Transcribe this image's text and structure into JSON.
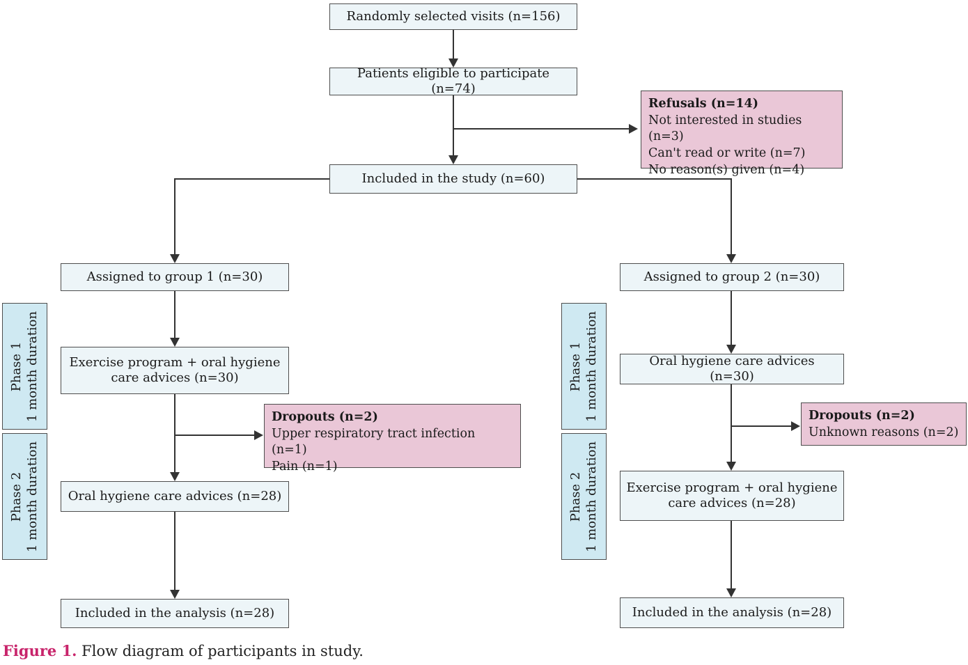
{
  "flow": {
    "randomly_selected": {
      "label": "Randomly selected visits (n=156)"
    },
    "eligible": {
      "label": "Patients eligible to participate (n=74)"
    },
    "refusals": {
      "title": "Refusals (n=14)",
      "reasons": [
        "Not interested in studies (n=3)",
        "Can't read or write (n=7)",
        "No reason(s) given (n=4)"
      ]
    },
    "included_study": {
      "label": "Included in the study (n=60)"
    },
    "group1": {
      "assigned": "Assigned to group 1 (n=30)",
      "phase1_intervention": "Exercise program + oral hygiene care advices (n=30)",
      "dropouts_title": "Dropouts (n=2)",
      "dropouts_reasons": [
        "Upper respiratory tract infection (n=1)",
        "Pain (n=1)"
      ],
      "phase2_intervention": "Oral hygiene care advices (n=28)",
      "analysis": "Included in the analysis (n=28)"
    },
    "group2": {
      "assigned": "Assigned to group 2 (n=30)",
      "phase1_intervention": "Oral hygiene care advices (n=30)",
      "dropouts_title": "Dropouts (n=2)",
      "dropouts_reasons": [
        "Unknown reasons (n=2)"
      ],
      "phase2_intervention": "Exercise program + oral hygiene care advices (n=28)",
      "analysis": "Included in the analysis (n=28)"
    },
    "phase_labels": {
      "phase1_line1": "Phase 1",
      "phase1_line2": "1 month duration",
      "phase2_line1": "Phase 2",
      "phase2_line2": "1 month duration"
    }
  },
  "caption": {
    "label": "Figure 1.",
    "text": " Flow diagram of participants in study."
  },
  "colors": {
    "box_fill": "#edf5f8",
    "phase_fill": "#cfe9f2",
    "note_fill": "#eac7d7",
    "border": "#4d4d4d",
    "line": "#333333",
    "text": "#1a1a1a",
    "caption_accent": "#c8246b"
  }
}
